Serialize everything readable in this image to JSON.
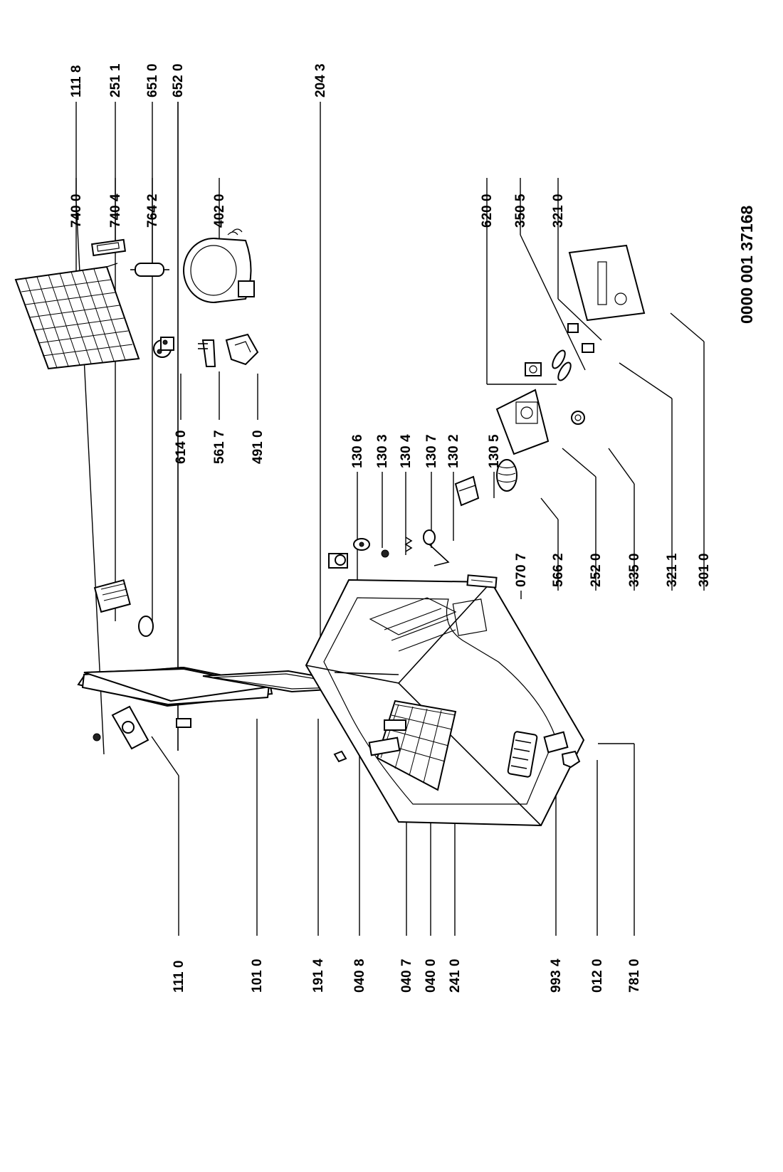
{
  "document_code": "0000 001 37168",
  "labels": {
    "p1110": "111 0",
    "p1010": "101 0",
    "p1914": "191 4",
    "p0408": "040 8",
    "p0407": "040 7",
    "p0400": "040 0",
    "p2410": "241 0",
    "p9934": "993 4",
    "p0120": "012 0",
    "p7810": "781 0",
    "p1118": "111 8",
    "p2511": "251 1",
    "p6510": "651 0",
    "p6520": "652 0",
    "p2043": "204 3",
    "p1306": "130 6",
    "p1303": "130 3",
    "p1304": "130 4",
    "p1307": "130 7",
    "p1302": "130 2",
    "p1305": "130 5",
    "p0707": "070 7",
    "p5662": "566 2",
    "p2520": "252 0",
    "p3350": "335 0",
    "p3211": "321 1",
    "p3010": "301 0",
    "p6140": "614 0",
    "p5617": "561 7",
    "p4910": "491 0",
    "p7400": "740 0",
    "p7404": "740 4",
    "p7642": "764 2",
    "p4020": "402 0",
    "p6200": "620 0",
    "p3505": "350 5",
    "p3210": "321 0"
  }
}
